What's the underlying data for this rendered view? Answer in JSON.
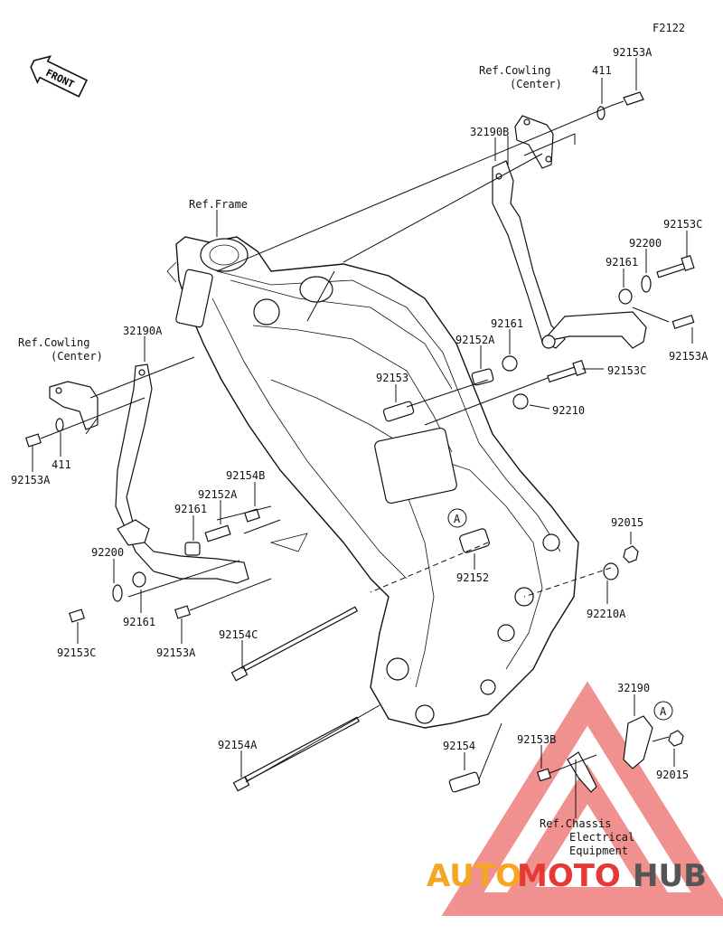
{
  "diagram_code": "F2122",
  "front_badge": "FRONT",
  "ref_labels": {
    "frame": "Ref.Frame",
    "cowling_right_1": "Ref.Cowling",
    "cowling_right_2": "(Center)",
    "cowling_left_1": "Ref.Cowling",
    "cowling_left_2": "(Center)",
    "chassis_1": "Ref.Chassis",
    "chassis_2": "Electrical",
    "chassis_3": "Equipment"
  },
  "callout_letter": "A",
  "parts": {
    "p_92153A_top": "92153A",
    "p_411_top": "411",
    "p_32190B": "32190B",
    "p_92153C_right": "92153C",
    "p_92200_right": "92200",
    "p_92161_right": "92161",
    "p_92161_mid": "92161",
    "p_92152A_mid": "92152A",
    "p_92153A_right": "92153A",
    "p_92153C_mid": "92153C",
    "p_92153_center": "92153",
    "p_92210": "92210",
    "p_32190A": "32190A",
    "p_92153A_left": "92153A",
    "p_411_left": "411",
    "p_92154B": "92154B",
    "p_92152A_left": "92152A",
    "p_92161_left_top": "92161",
    "p_92200_left": "92200",
    "p_92161_left_bot": "92161",
    "p_92153C_left": "92153C",
    "p_92153A_left_bot": "92153A",
    "p_92154C": "92154C",
    "p_92152": "92152",
    "p_92015_right": "92015",
    "p_92210A": "92210A",
    "p_92154A": "92154A",
    "p_92154": "92154",
    "p_92153B": "92153B",
    "p_32190": "32190",
    "p_92015_bot": "92015"
  },
  "watermark": {
    "auto": "AUTO",
    "moto": "MOTO",
    "hub": "HUB",
    "color_red": "#e53935",
    "color_orange": "#f5a623",
    "color_grey": "#555555"
  }
}
